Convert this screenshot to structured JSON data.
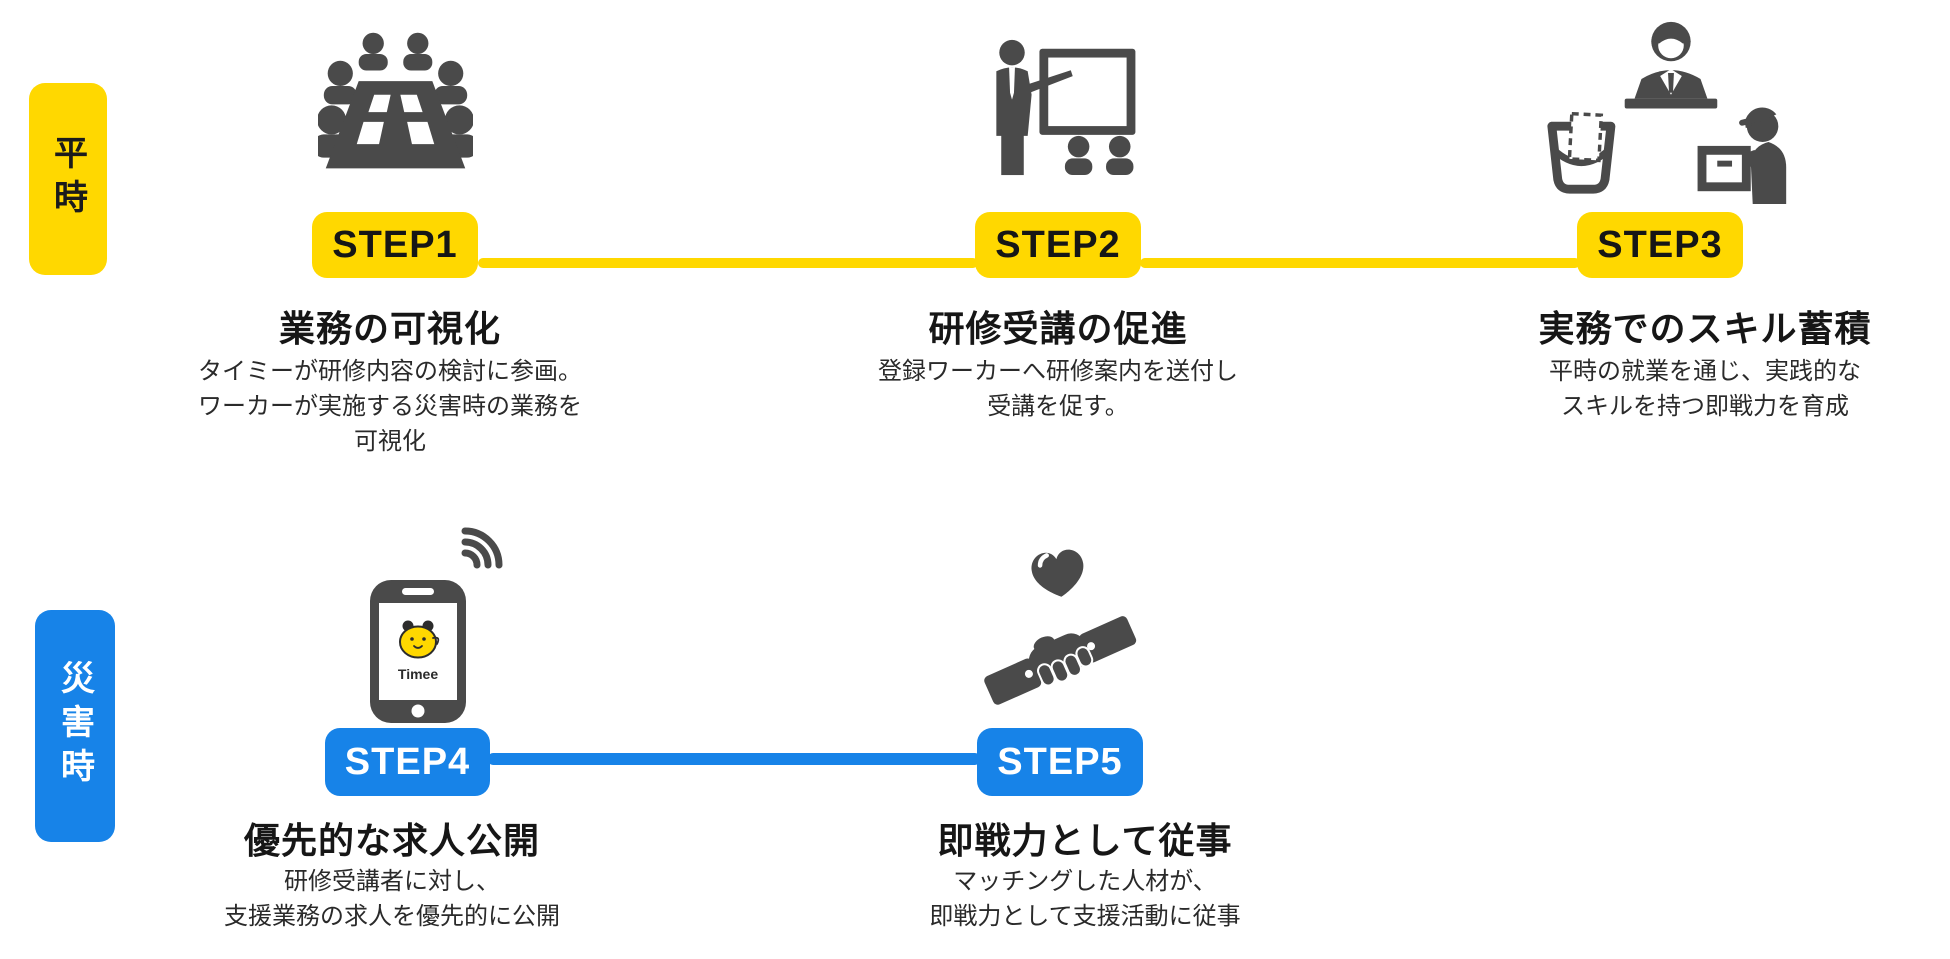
{
  "diagram": {
    "title_implicit": "Timee disaster-response worker training flow",
    "colors": {
      "peacetime_accent": "#FFD800",
      "disaster_accent": "#1783E8",
      "icon_gray": "#4A4A4A",
      "text_dark": "#161616",
      "badge_text_on_blue": "#ffffff"
    }
  },
  "rows": [
    {
      "id": "peacetime",
      "label": "平時",
      "steps": [
        {
          "badge": "STEP1",
          "icon": "meeting-icon",
          "title": "業務の可視化",
          "desc_lines": [
            "タイミーが研修内容の検討に参画。",
            "ワーカーが実施する災害時の業務を",
            "可視化"
          ]
        },
        {
          "badge": "STEP2",
          "icon": "training-presentation-icon",
          "title": "研修受講の促進",
          "desc_lines": [
            "登録ワーカーへ研修案内を送付し",
            "受講を促す。"
          ]
        },
        {
          "badge": "STEP3",
          "icon": "work-experience-icon",
          "title": "実務でのスキル蓄積",
          "desc_lines": [
            "平時の就業を通じ、実践的な",
            "スキルを持つ即戦力を育成"
          ]
        }
      ]
    },
    {
      "id": "disaster",
      "label": "災害時",
      "steps": [
        {
          "badge": "STEP4",
          "icon": "timee-app-phone-icon",
          "title": "優先的な求人公開",
          "desc_lines": [
            "研修受講者に対し、",
            "支援業務の求人を優先的に公開"
          ]
        },
        {
          "badge": "STEP5",
          "icon": "handshake-heart-icon",
          "title": "即戦力として従事",
          "desc_lines": [
            "マッチングした人材が、",
            "即戦力として支援活動に従事"
          ]
        }
      ]
    }
  ],
  "phone": {
    "logo_text": "Timee"
  }
}
